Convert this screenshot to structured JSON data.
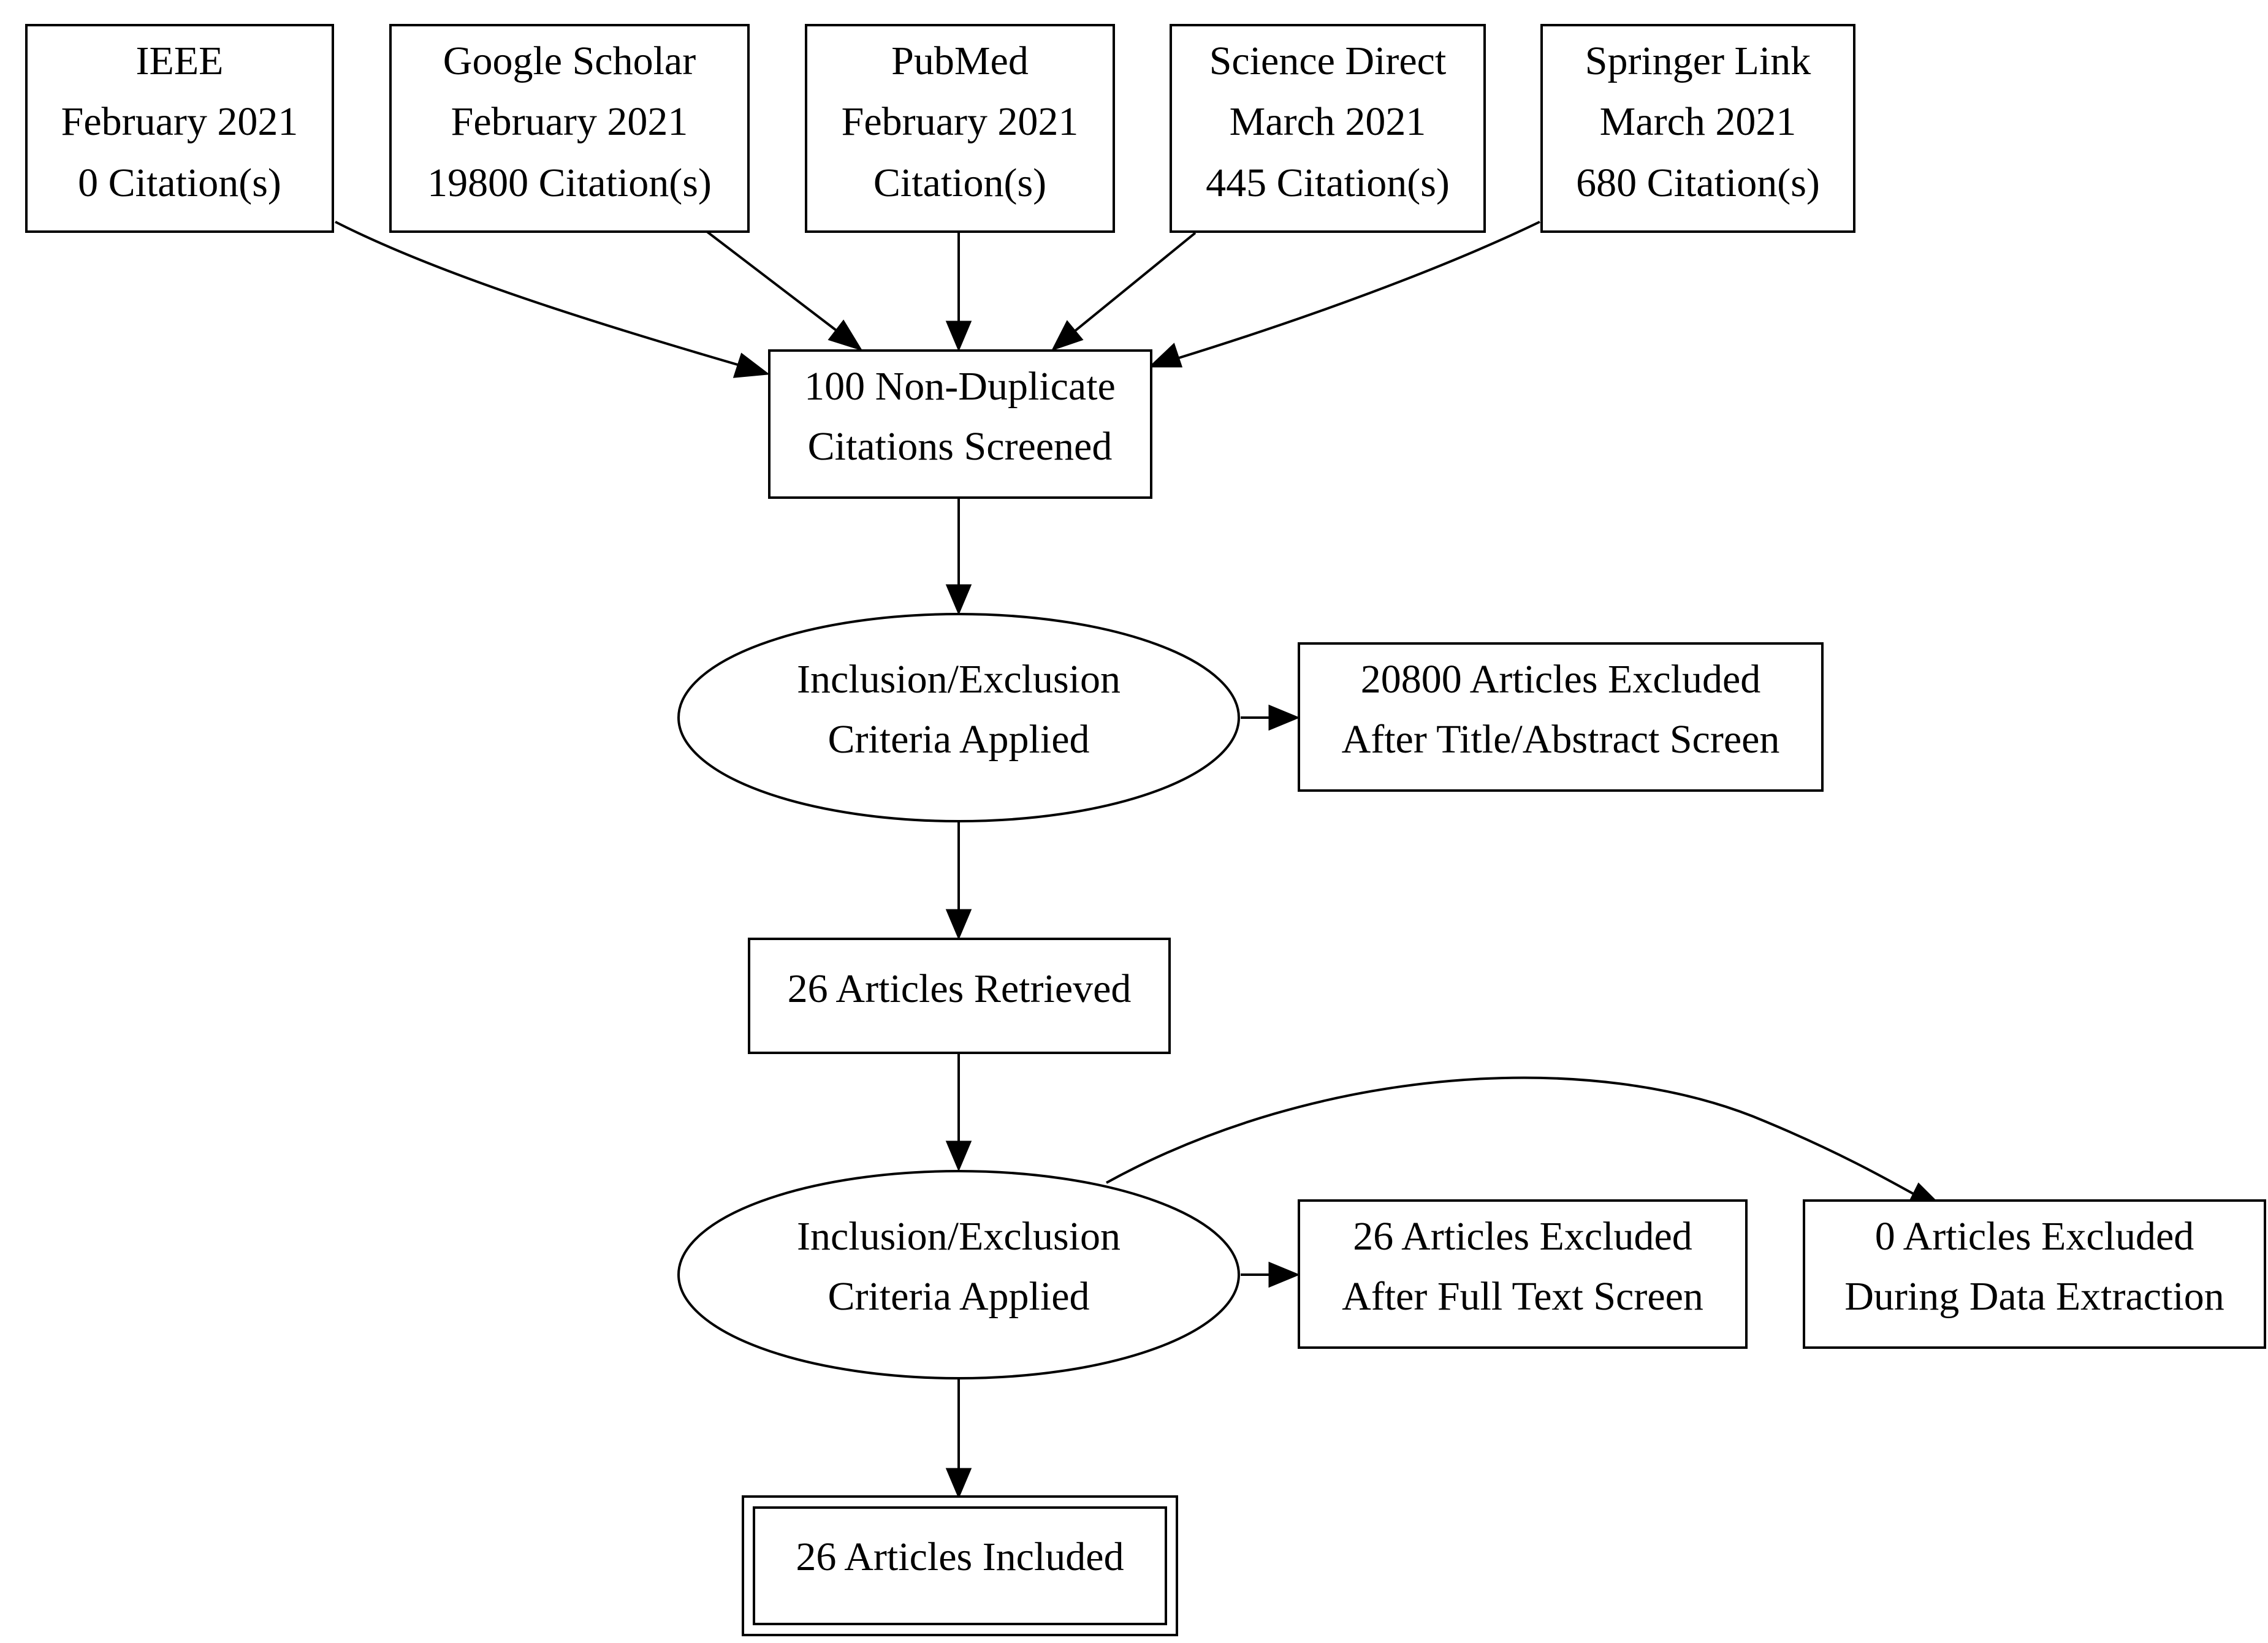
{
  "nodes": {
    "ieee": {
      "lines": [
        "IEEE",
        "February 2021",
        "0 Citation(s)"
      ]
    },
    "google_scholar": {
      "lines": [
        "Google Scholar",
        "February 2021",
        "19800 Citation(s)"
      ]
    },
    "pubmed": {
      "lines": [
        "PubMed",
        "February 2021",
        "Citation(s)"
      ]
    },
    "science_direct": {
      "lines": [
        "Science Direct",
        "March 2021",
        "445 Citation(s)"
      ]
    },
    "springer_link": {
      "lines": [
        "Springer Link",
        "March 2021",
        "680 Citation(s)"
      ]
    },
    "screened": {
      "lines": [
        "100 Non-Duplicate",
        "Citations Screened"
      ]
    },
    "criteria_1": {
      "lines": [
        "Inclusion/Exclusion",
        "Criteria Applied"
      ]
    },
    "excluded_title_abstract": {
      "lines": [
        "20800 Articles Excluded",
        "After Title/Abstract Screen"
      ]
    },
    "retrieved": {
      "lines": [
        "26 Articles Retrieved"
      ]
    },
    "criteria_2": {
      "lines": [
        "Inclusion/Exclusion",
        "Criteria Applied"
      ]
    },
    "excluded_full_text": {
      "lines": [
        "26 Articles Excluded",
        "After Full Text Screen"
      ]
    },
    "excluded_data_extraction": {
      "lines": [
        "0 Articles Excluded",
        "During Data Extraction"
      ]
    },
    "included": {
      "lines": [
        "26 Articles Included"
      ]
    }
  }
}
